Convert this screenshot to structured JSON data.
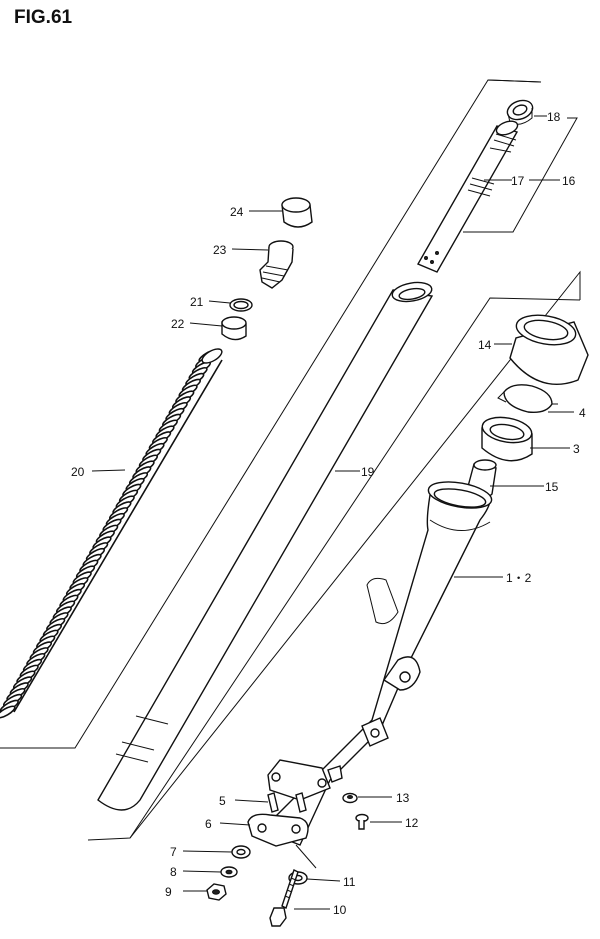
{
  "figure": {
    "title": "FIG.61"
  },
  "parts": [
    {
      "id": "18",
      "label": "18"
    },
    {
      "id": "17",
      "label": "17"
    },
    {
      "id": "16",
      "label": "16"
    },
    {
      "id": "24",
      "label": "24"
    },
    {
      "id": "23",
      "label": "23"
    },
    {
      "id": "21",
      "label": "21"
    },
    {
      "id": "22",
      "label": "22"
    },
    {
      "id": "14",
      "label": "14"
    },
    {
      "id": "4",
      "label": "4"
    },
    {
      "id": "3",
      "label": "3"
    },
    {
      "id": "20",
      "label": "20"
    },
    {
      "id": "19",
      "label": "19"
    },
    {
      "id": "15",
      "label": "15"
    },
    {
      "id": "1-2",
      "label": "1・2"
    },
    {
      "id": "5",
      "label": "5"
    },
    {
      "id": "13",
      "label": "13"
    },
    {
      "id": "6",
      "label": "6"
    },
    {
      "id": "12",
      "label": "12"
    },
    {
      "id": "7",
      "label": "7"
    },
    {
      "id": "8",
      "label": "8"
    },
    {
      "id": "11",
      "label": "11"
    },
    {
      "id": "9",
      "label": "9"
    },
    {
      "id": "10",
      "label": "10"
    }
  ]
}
